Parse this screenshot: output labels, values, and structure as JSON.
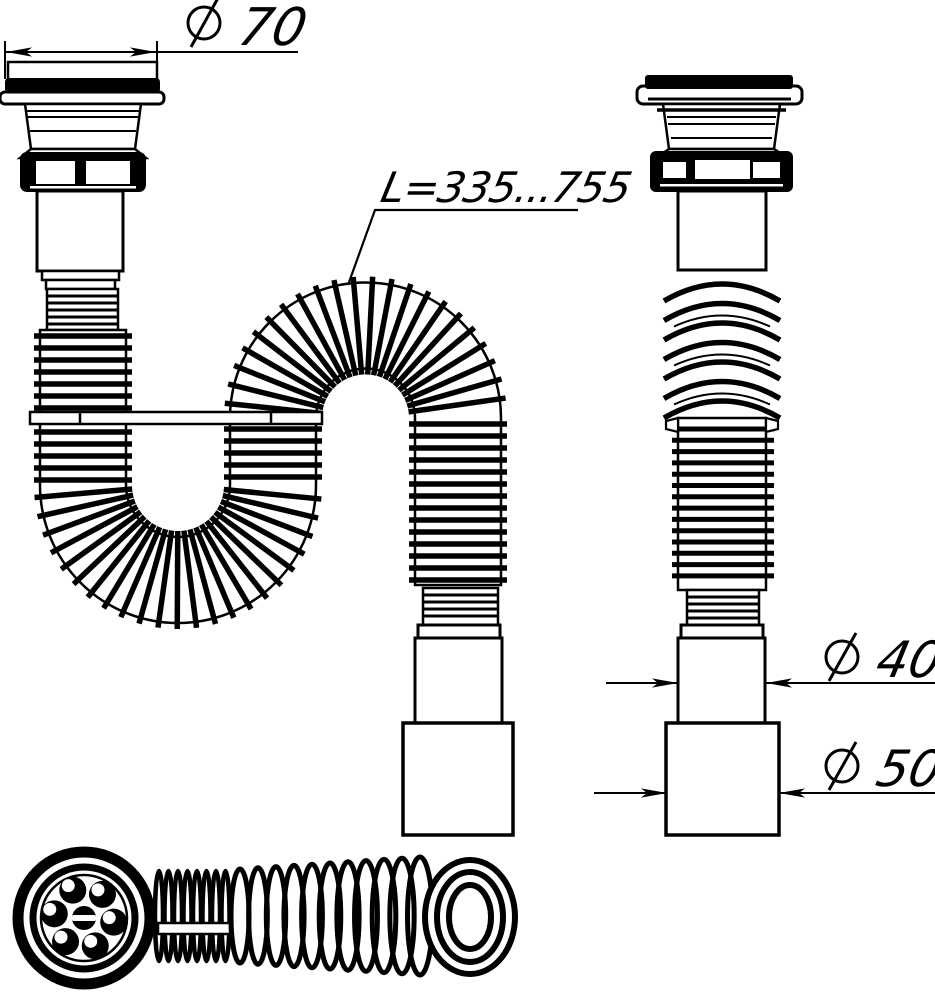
{
  "drawing_title": "flexible-drain-hose-technical-drawing",
  "colors": {
    "line": "#000000",
    "background": "#ffffff"
  },
  "dimensions": {
    "flange_diameter": {
      "icon": "diameter-icon",
      "value": "70"
    },
    "length": {
      "value": "L=335...755"
    },
    "outlet_upper": {
      "icon": "diameter-icon",
      "value": "40"
    },
    "outlet_lower": {
      "icon": "diameter-icon",
      "value": "50"
    }
  },
  "views": {
    "front": "s-shaped-flexible-pipe-with-sink-flange",
    "side": "straight-flexible-pipe-with-sink-flange",
    "top": "drain-grate-and-coiled-hose"
  }
}
